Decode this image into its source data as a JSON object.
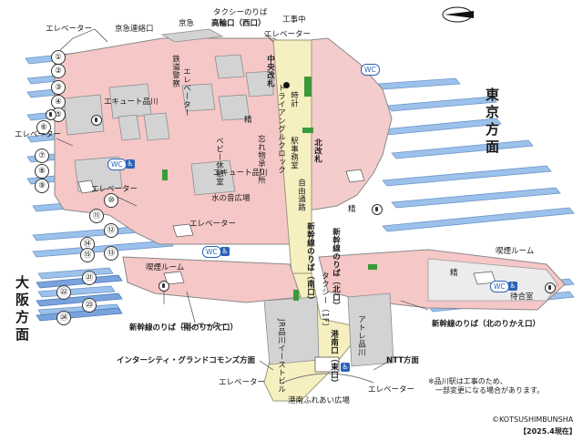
{
  "directions": {
    "east": "東京方面",
    "west": "大阪方面"
  },
  "compass": "north-arrow-icon",
  "platforms_left": [
    "①",
    "②",
    "③",
    "④",
    "⑤",
    "⑥",
    "⑦",
    "⑧",
    "⑨",
    "⑩",
    "⑪",
    "⑫",
    "⑬",
    "⑭",
    "⑮"
  ],
  "platforms_shinkansen": [
    "㉑",
    "㉒",
    "㉓",
    "㉔"
  ],
  "labels": {
    "elevator_tl": "エレベーター",
    "keikyu_gate": "京急連絡口",
    "keikyu": "京急",
    "taxi_top_a": "タクシーのりば",
    "taxi_top_b": "高輪口（西口）",
    "construction": "工事中",
    "elevator_top": "エレベーター",
    "railway_police": "鉄道警察",
    "elevator_vert": "エレベーター",
    "central_gate": "中央改札",
    "triangle_clock": "トライアングルクロック",
    "clock_label": "時計",
    "ecute_a": "エキュート品川",
    "elevator_left1": "エレベーター",
    "elevator_left2": "エレベーター",
    "baby_room": "ベビー休憩室",
    "lost_found": "忘れ物承り所",
    "station_office": "駅事務室",
    "north_gate": "北改札",
    "sei": "精",
    "ecute_b": "エキュート品川",
    "water_plaza": "水の音広場",
    "free_passage": "自由通路",
    "shinkansen_south": "新幹線のりば（南口）",
    "shinkansen_north_v": "新幹線のりば（北口）",
    "taxi_1f": "タクシー（1F）",
    "elevator_mid": "エレベーター",
    "smoking_left": "喫煙ルーム",
    "smoking_right": "喫煙ルーム",
    "waiting_room": "待合室",
    "jr_east_bldg": "JR品川イーストビル",
    "atre": "アトレ品川",
    "konan_gate": "港南口（東口）",
    "shinkansen_south_transfer": "新幹線のりば（南のりかえ口）",
    "elevator_bottom": "エレベーター",
    "shinkansen_north_transfer": "新幹線のりば（北のりかえ口）",
    "intercity": "インターシティ・グランドコモンズ方面",
    "ntt": "NTT方面",
    "elevator_b1": "エレベーター",
    "elevator_b2": "エレベーター",
    "konan_plaza": "港南ふれあい広場",
    "wc": "WC",
    "note1": "※品川駅は工事のため、",
    "note2": "一部変更になる場合があります。",
    "copyright": "©KOTSUSHIMBUNSHA",
    "date": "【2025.4現在】"
  },
  "colors": {
    "concourse": "#f6c7c7",
    "passage": "#f5efc0",
    "platform_blue": "#8fb8e8",
    "shinkansen_blue": "#6f98d8",
    "building_gray": "#cfcfcf",
    "green": "#3a9a3a",
    "white": "#ffffff"
  }
}
